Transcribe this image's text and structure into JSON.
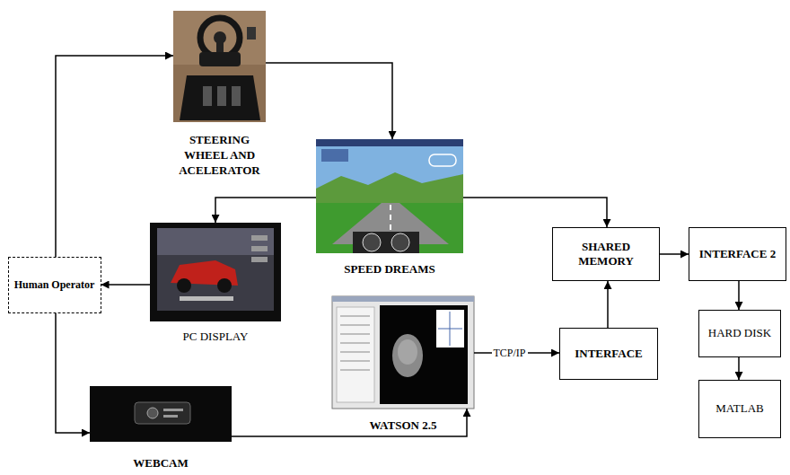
{
  "diagram": {
    "nodes": [
      {
        "text": [
          "STEERING WHEEL AND ACELERATOR"
        ]
      },
      {
        "text": [
          "SPEED DREAMS"
        ]
      },
      {
        "text": [
          "PC DISPLAY"
        ]
      },
      {
        "text": [
          "Human Operator"
        ]
      },
      {
        "text": [
          "WATSON 2.5"
        ]
      },
      {
        "text": [
          "WEBCAM"
        ]
      },
      {
        "text": [
          "SHARED MEMORY"
        ]
      },
      {
        "text": [
          "INTERFACE"
        ]
      },
      {
        "text": [
          "INTERFACE 2"
        ]
      },
      {
        "text": [
          "HARD DISK"
        ]
      },
      {
        "text": [
          "MATLAB"
        ]
      }
    ],
    "edges": [
      {
        "from": 3,
        "to": 0,
        "arrow": "to"
      },
      {
        "from": 0,
        "to": 1,
        "arrow": "to"
      },
      {
        "from": 1,
        "to": 2,
        "arrow": "to"
      },
      {
        "from": 1,
        "to": 6,
        "arrow": "to"
      },
      {
        "from": 2,
        "to": 3,
        "arrow": "to"
      },
      {
        "from": 3,
        "to": 5,
        "arrow": "to"
      },
      {
        "from": 5,
        "to": 4,
        "arrow": "to"
      },
      {
        "from": 4,
        "to": 7,
        "label": "TCP/IP",
        "arrow": "to"
      },
      {
        "from": 7,
        "to": 6,
        "arrow": "to"
      },
      {
        "from": 6,
        "to": 8,
        "arrow": "to"
      },
      {
        "from": 8,
        "to": 9,
        "arrow": "to"
      },
      {
        "from": 9,
        "to": 10,
        "arrow": "to"
      }
    ]
  }
}
